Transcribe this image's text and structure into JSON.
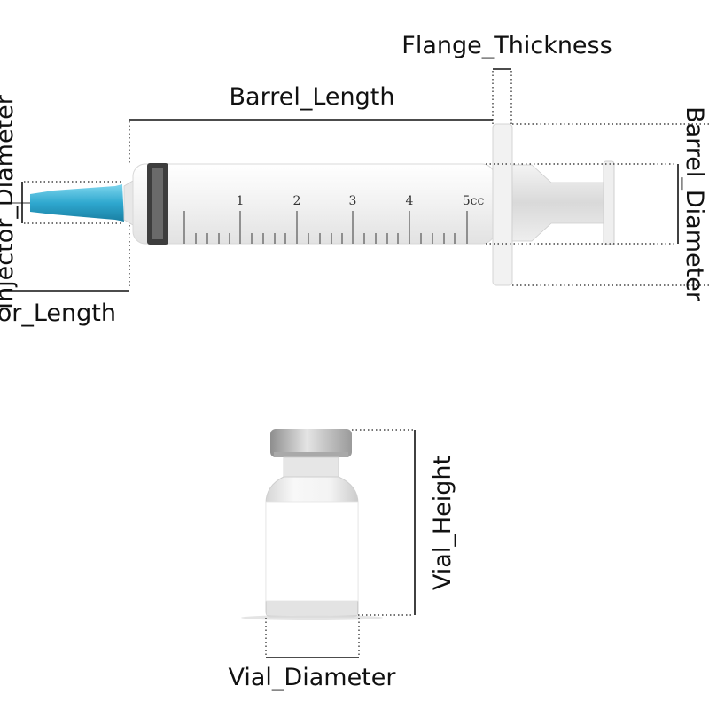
{
  "labels": {
    "flange_thickness": "Flange_Thickness",
    "barrel_length": "Barrel_Length",
    "barrel_diameter": "Barrel_Diameter",
    "injector_diameter": "Injector_Diameter",
    "injector_length": "Injector_Length",
    "vial_height": "Vial_Height",
    "vial_diameter": "Vial_Diameter"
  },
  "scale_ticks": [
    "1",
    "2",
    "3",
    "4",
    "5cc"
  ],
  "colors": {
    "needle_hub": "#2fa8cf",
    "dimension_line": "#111111",
    "vial_cap": "#b8b8b8",
    "barrel": "#f0f0f0"
  }
}
